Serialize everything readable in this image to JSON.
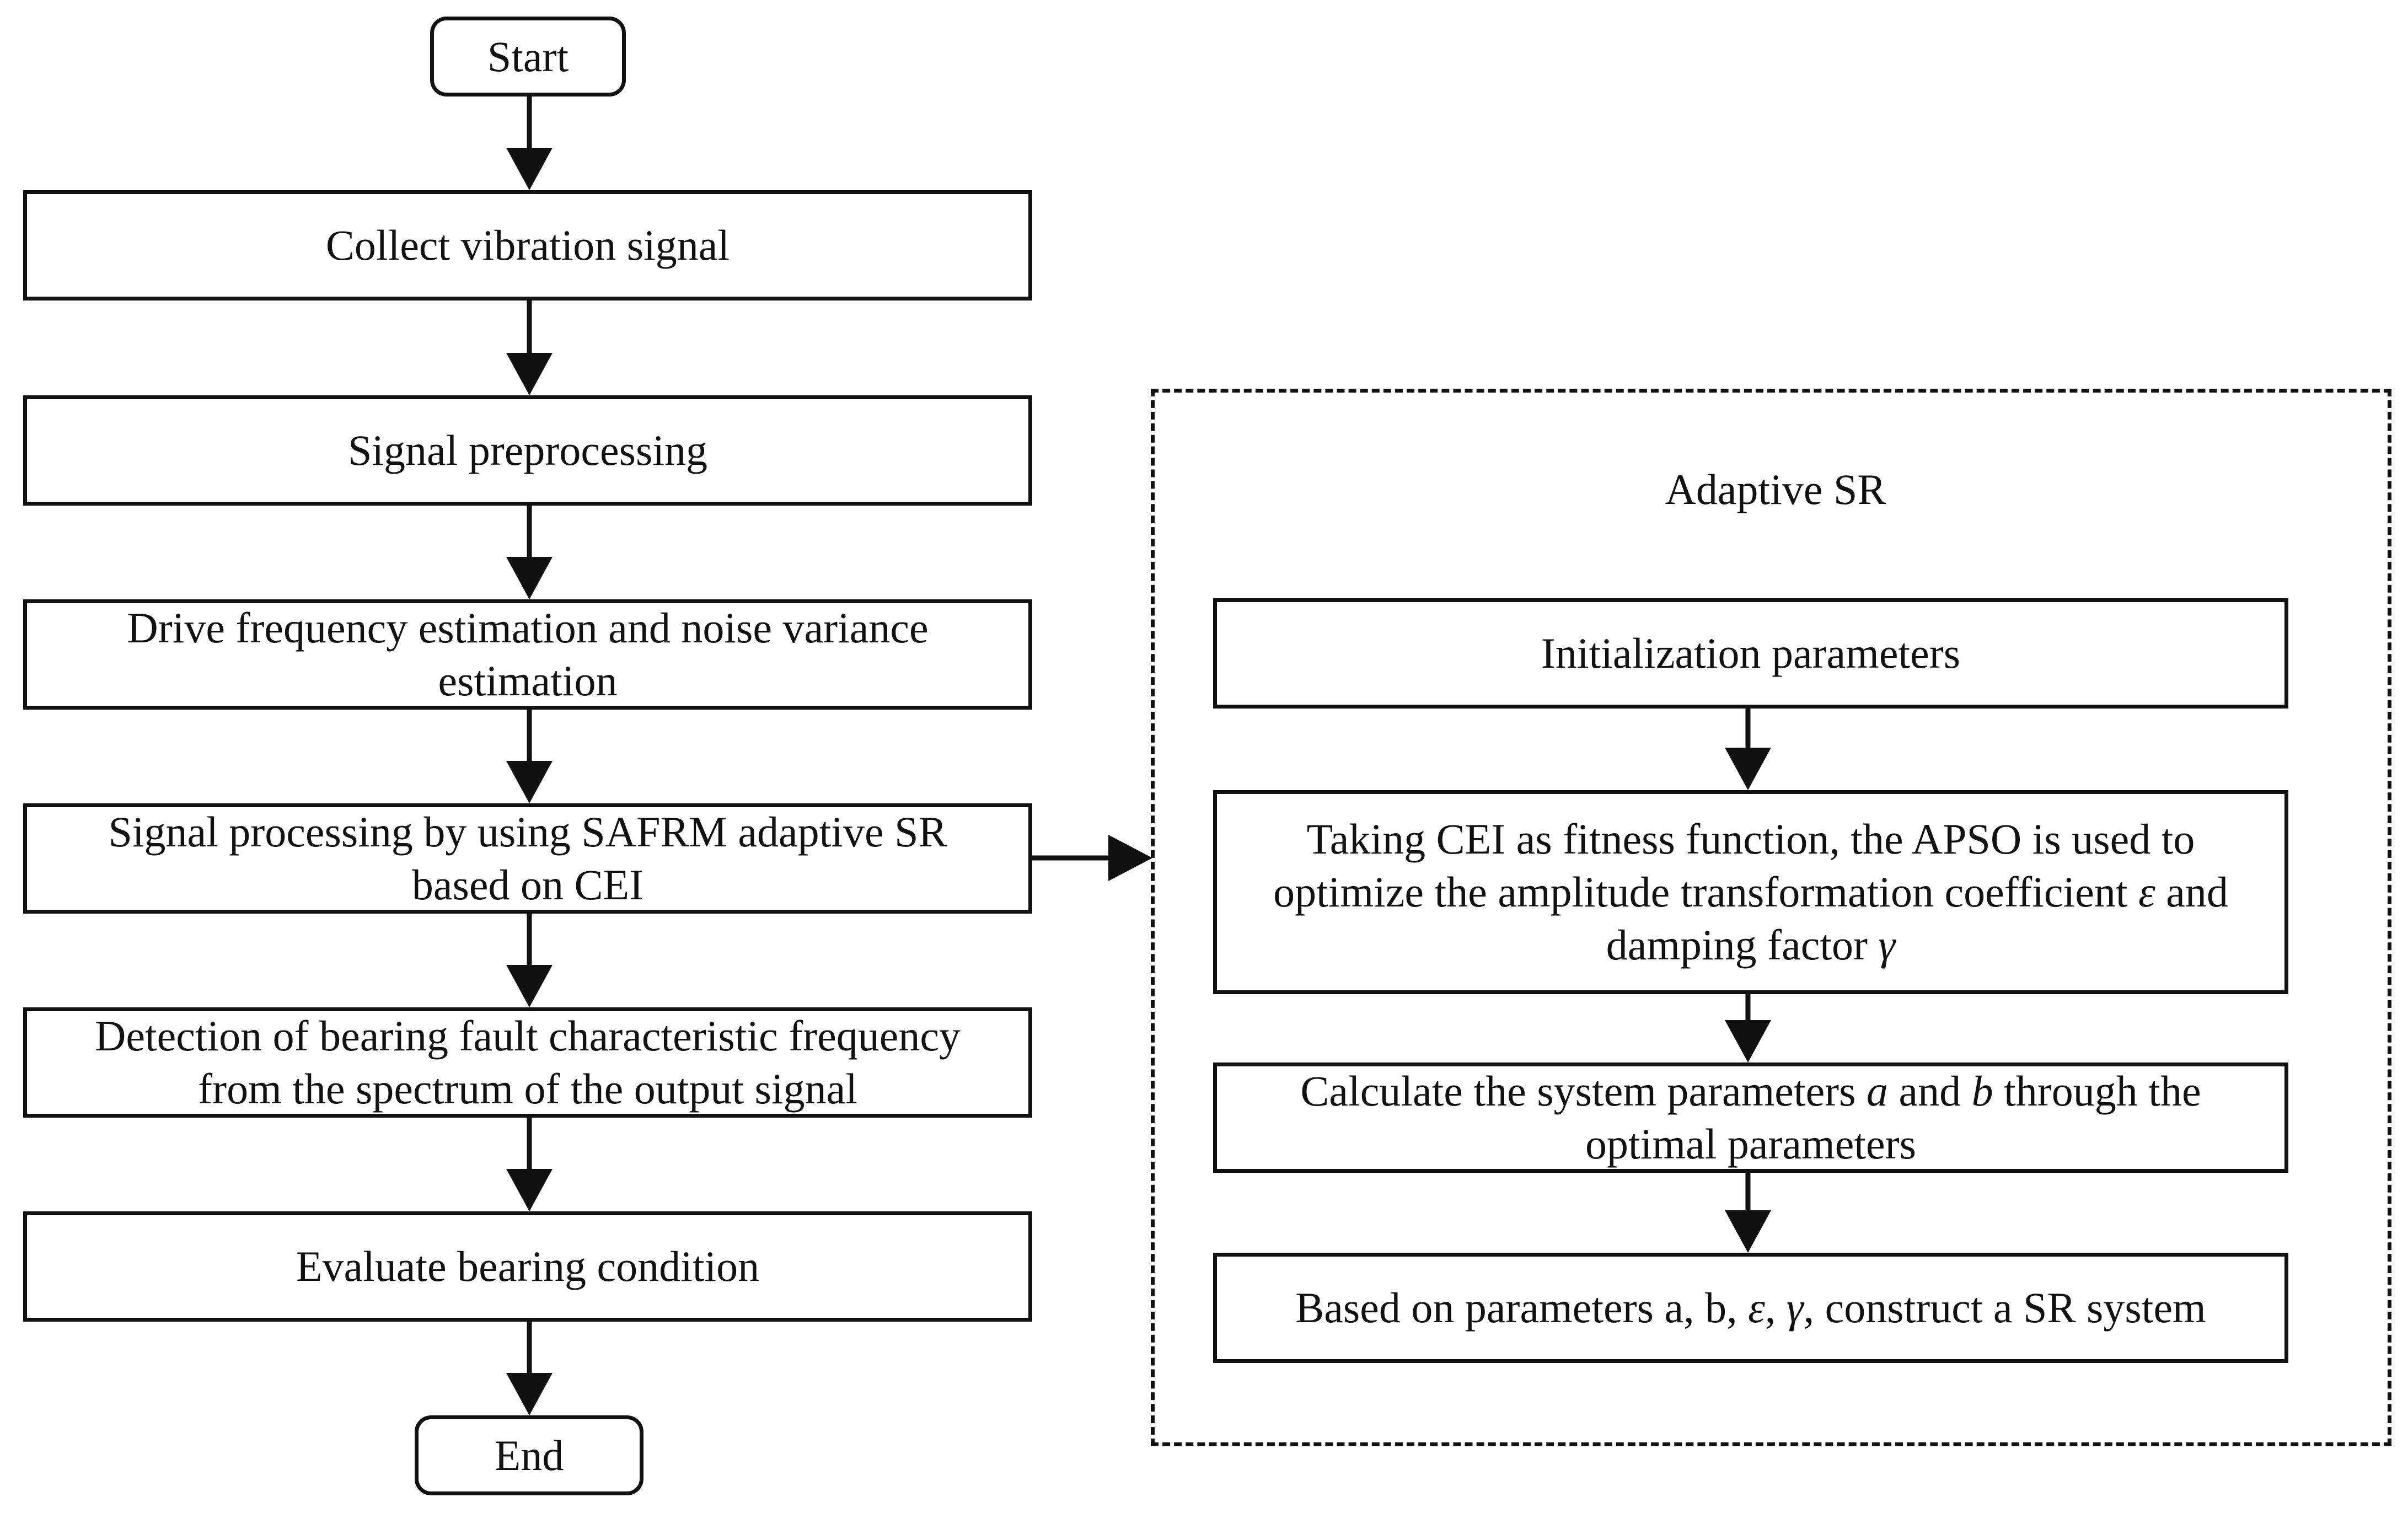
{
  "flowchart": {
    "main": {
      "start": "Start",
      "step1": "Collect vibration signal",
      "step2": "Signal preprocessing",
      "step3": "Drive frequency estimation and noise variance estimation",
      "step4": "Signal processing by using SAFRM adaptive SR based on CEI",
      "step5": "Detection of bearing fault characteristic frequency from the spectrum of the output signal",
      "step6": "Evaluate bearing condition",
      "end": "End"
    },
    "adaptive": {
      "title": "Adaptive SR",
      "step1": "Initialization parameters",
      "step2": {
        "part1": "Taking CEI as fitness function, the APSO is used to optimize the amplitude transformation coefficient ",
        "eps": "ε",
        "part2": " and damping factor ",
        "gamma": "γ"
      },
      "step3": {
        "part1": "Calculate the system parameters ",
        "a": "a",
        "part2": " and ",
        "b": "b",
        "part3": " through the optimal parameters"
      },
      "step4": {
        "part1": "Based on parameters a, b, ",
        "eps": "ε",
        "sep": ", ",
        "gamma": "γ",
        "part2": ", construct a SR system"
      }
    }
  }
}
